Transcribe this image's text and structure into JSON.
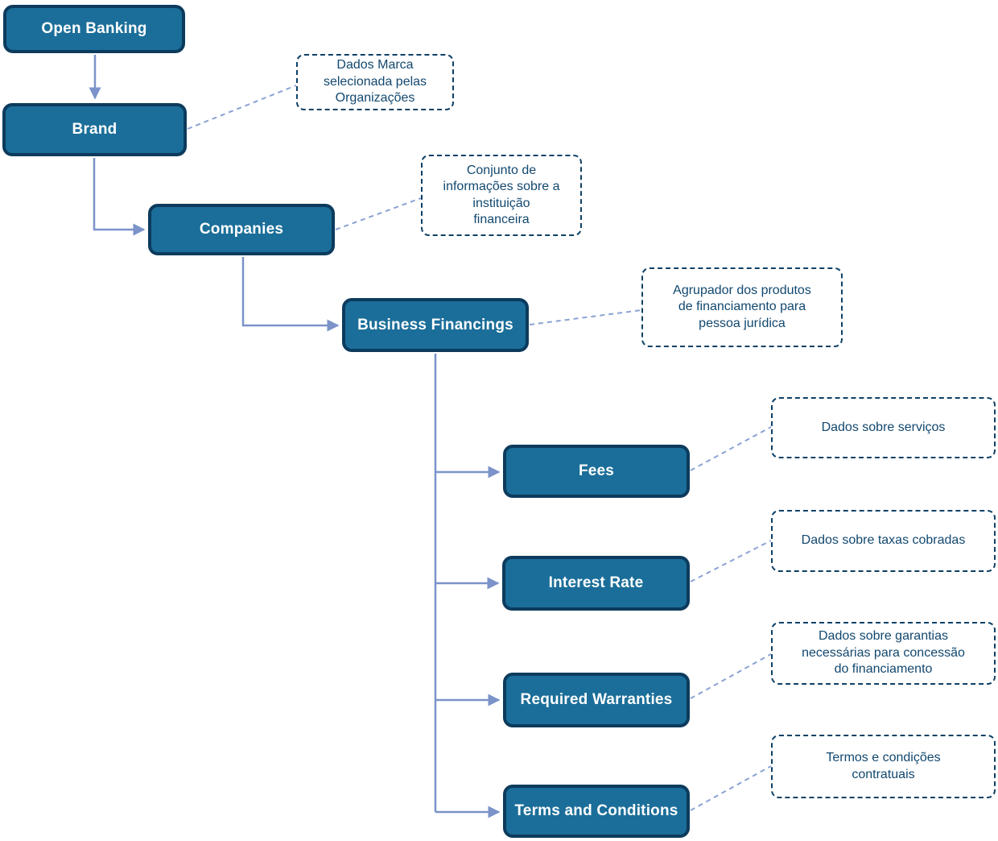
{
  "diagram": {
    "colors": {
      "node_fill": "#1b6e99",
      "node_border": "#0c3b5d",
      "node_text": "#ffffff",
      "callout_border": "#0d4166",
      "callout_text": "#12486f",
      "connector": "#7b93c9",
      "dashed_connector": "#8ba2d4",
      "canvas_bg": "#ffffff"
    },
    "nodes": [
      {
        "id": "open-banking",
        "label": "Open Banking"
      },
      {
        "id": "brand",
        "label": "Brand",
        "note": "Dados Marca\nselecionada pelas\nOrganizações"
      },
      {
        "id": "companies",
        "label": "Companies",
        "note": "Conjunto de\ninformações sobre a\ninstituição\nfinanceira"
      },
      {
        "id": "business-financings",
        "label": "Business Financings",
        "note": "Agrupador dos produtos\nde financiamento para\npessoa jurídica"
      },
      {
        "id": "fees",
        "label": "Fees",
        "note": "Dados sobre serviços"
      },
      {
        "id": "interest-rate",
        "label": "Interest Rate",
        "note": "Dados sobre taxas cobradas"
      },
      {
        "id": "required-warranties",
        "label": "Required Warranties",
        "note": "Dados sobre garantias\nnecessárias para concessão\ndo financiamento"
      },
      {
        "id": "terms-and-conditions",
        "label": "Terms and Conditions",
        "note": "Termos e condições\ncontratuais"
      }
    ],
    "edges": [
      {
        "from": "open-banking",
        "to": "brand"
      },
      {
        "from": "brand",
        "to": "companies"
      },
      {
        "from": "companies",
        "to": "business-financings"
      },
      {
        "from": "business-financings",
        "to": "fees"
      },
      {
        "from": "business-financings",
        "to": "interest-rate"
      },
      {
        "from": "business-financings",
        "to": "required-warranties"
      },
      {
        "from": "business-financings",
        "to": "terms-and-conditions"
      }
    ]
  }
}
